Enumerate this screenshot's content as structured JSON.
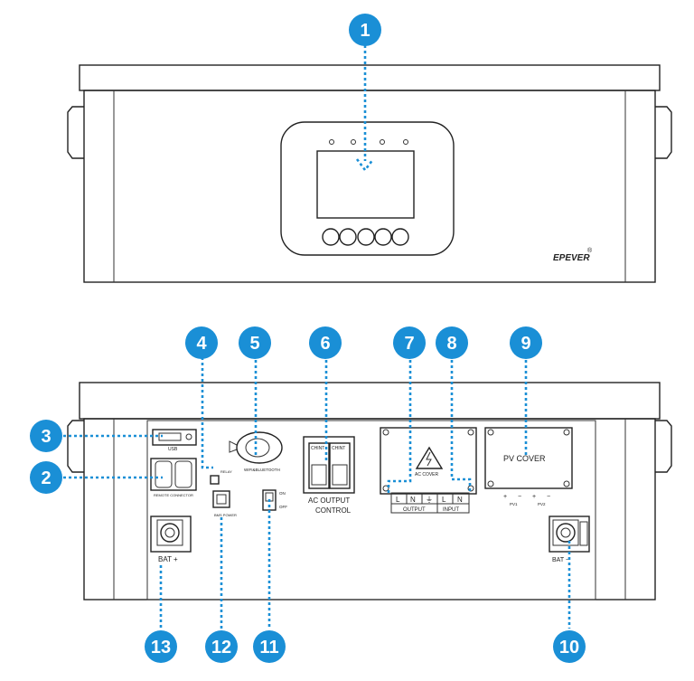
{
  "badges": [
    "1",
    "2",
    "3",
    "4",
    "5",
    "6",
    "7",
    "8",
    "9",
    "10",
    "11",
    "12",
    "13"
  ],
  "front": {
    "brand": "EPEVER",
    "registered": "®"
  },
  "rear": {
    "usb": "USB",
    "remote_connector": "REMOTE CONNECTOR",
    "relay": "RELAY",
    "wifi_bluetooth": "WIFI&BLUETOOTH",
    "breaker_a": "CHINT",
    "breaker_b": "CHINT",
    "ac_output_control_1": "AC  OUTPUT",
    "ac_output_control_2": "CONTROL",
    "ac_cover": "AC COVER",
    "terminal_labels": [
      "L",
      "N",
      "⏚",
      "L",
      "N"
    ],
    "output": "OUTPUT",
    "input": "INPUT",
    "pv_cover": "PV  COVER",
    "pv1": "PV1",
    "pv2": "PV2",
    "pv_signs": [
      "+",
      "−",
      "+",
      "−"
    ],
    "switch_on": "ON",
    "switch_off": "OFF",
    "bms_port": "BMS POWER",
    "bat_pos": "BAT +",
    "bat_neg": "BAT −"
  },
  "colors": {
    "accent": "#1a8fd6",
    "line": "#222222"
  }
}
